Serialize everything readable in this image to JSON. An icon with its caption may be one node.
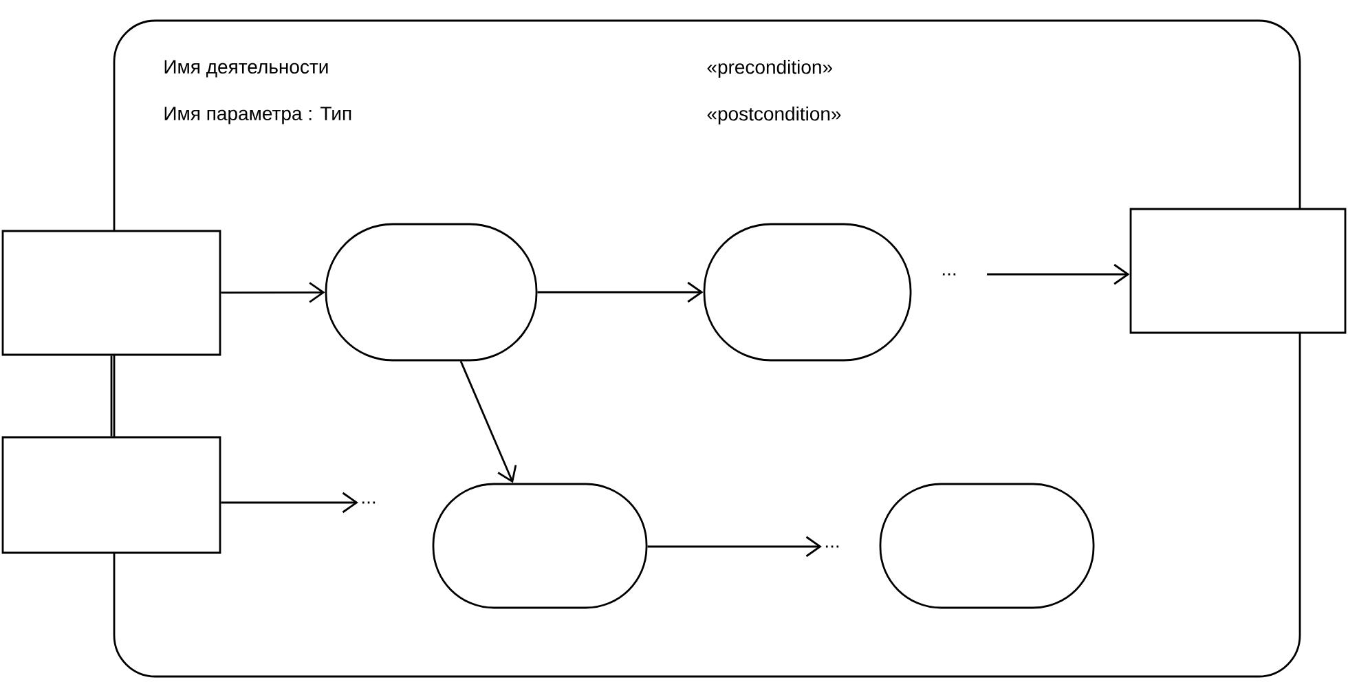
{
  "diagram": {
    "nodes": [
      {
        "text": [
          "Имя деятельности",
          "Имя параметра : Тип",
          "«precondition»",
          "«postcondition»"
        ]
      },
      {
        "text": [],
        "shape": "box"
      },
      {
        "text": [],
        "shape": "box"
      },
      {
        "text": [],
        "shape": "box",
        "in": 0
      },
      {
        "text": [],
        "shape": "box",
        "in": 0
      },
      {
        "text": [],
        "shape": "box"
      },
      {
        "text": [],
        "shape": "box",
        "in": 0
      },
      {
        "text": [],
        "shape": "box",
        "in": 0
      },
      {
        "text": [
          "..."
        ],
        "in": 0
      },
      {
        "text": [
          "..."
        ],
        "in": 0
      },
      {
        "text": [
          "..."
        ],
        "in": 0
      }
    ],
    "edges": [
      {
        "from": 1,
        "to": 3,
        "arrow": "to"
      },
      {
        "from": 3,
        "to": 4,
        "arrow": "to"
      },
      {
        "from": 8,
        "to": 5,
        "arrow": "to"
      },
      {
        "from": 1,
        "to": 2,
        "arrow": "none"
      },
      {
        "from": 3,
        "to": 6,
        "arrow": "to"
      },
      {
        "from": 2,
        "to": 9,
        "arrow": "to"
      },
      {
        "from": 6,
        "to": 10,
        "arrow": "to"
      }
    ]
  }
}
